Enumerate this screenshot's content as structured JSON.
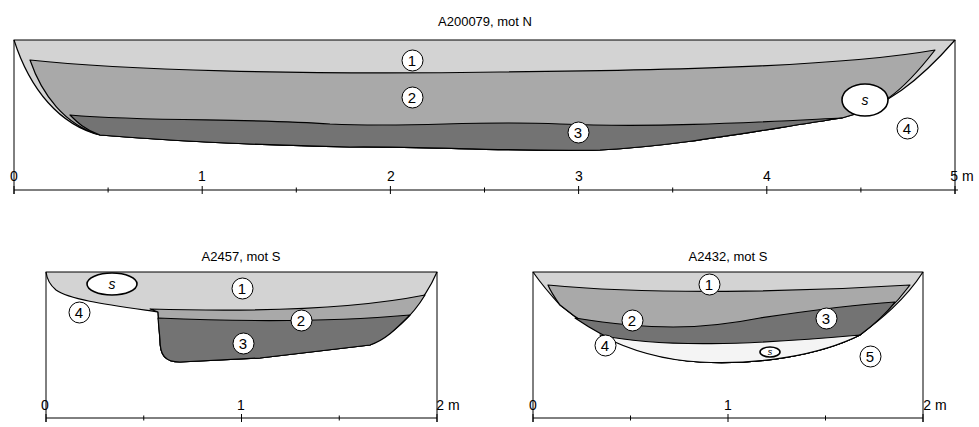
{
  "diagram": {
    "nodes": [
      {
        "text": [
          "1"
        ]
      },
      {
        "text": [
          "2"
        ]
      },
      {
        "text": [
          "s"
        ]
      },
      {
        "text": [
          "4"
        ]
      },
      {
        "text": [
          "3"
        ]
      },
      {
        "text": [
          "s"
        ]
      },
      {
        "text": [
          "1"
        ]
      },
      {
        "text": [
          "2"
        ]
      },
      {
        "text": [
          "4"
        ]
      },
      {
        "text": [
          "3"
        ]
      },
      {
        "text": [
          "1"
        ]
      },
      {
        "text": [
          "2"
        ]
      },
      {
        "text": [
          "3"
        ]
      },
      {
        "text": [
          "4"
        ]
      },
      {
        "text": [
          "5"
        ]
      },
      {
        "text": [
          "s"
        ]
      }
    ],
    "labels": [
      "A200079, mot N",
      "0",
      "1",
      "2",
      "3",
      "4",
      "5 m",
      "A2457, mot S",
      "0",
      "1",
      "2 m",
      "A2432, mot S",
      "0",
      "1",
      "2 m"
    ]
  }
}
